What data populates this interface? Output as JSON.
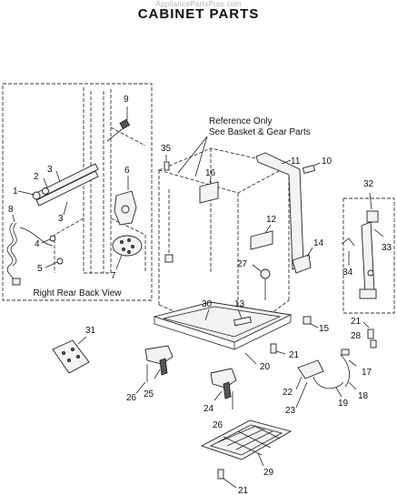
{
  "watermark": "AppliancePartsPros.com",
  "title": "CABINET PARTS",
  "inset_label": "Right Rear Back View",
  "note_line1": "Reference Only",
  "note_line2": "See Basket & Gear Parts",
  "callouts": {
    "c1": "1",
    "c2": "2",
    "c3a": "3",
    "c3b": "3",
    "c4": "4",
    "c5": "5",
    "c6": "6",
    "c7": "7",
    "c8": "8",
    "c9": "9",
    "c10": "10",
    "c11": "11",
    "c12": "12",
    "c13": "13",
    "c14": "14",
    "c15": "15",
    "c16": "16",
    "c17": "17",
    "c18": "18",
    "c19": "19",
    "c20": "20",
    "c21a": "21",
    "c21b": "21",
    "c21c": "21",
    "c22": "22",
    "c23": "23",
    "c24": "24",
    "c25": "25",
    "c26a": "26",
    "c26b": "26",
    "c27": "27",
    "c28": "28",
    "c29": "29",
    "c30": "30",
    "c31": "31",
    "c32": "32",
    "c33": "33",
    "c34": "34",
    "c35": "35"
  }
}
